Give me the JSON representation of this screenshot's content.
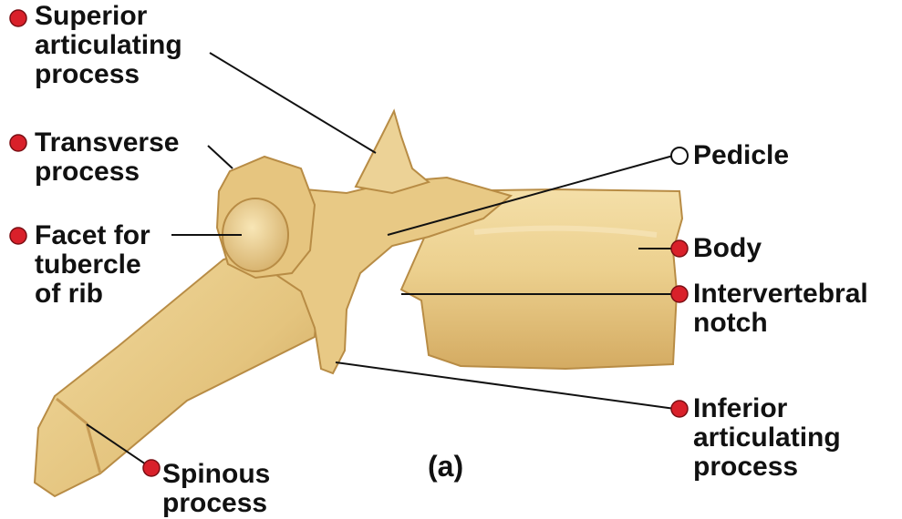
{
  "diagram": {
    "caption": "(a)",
    "colors": {
      "bone_light": "#f0d9a0",
      "bone_mid": "#e2c07a",
      "bone_dark": "#c59a52",
      "bone_shadow": "#a97f3c",
      "marker_red": "#d9202a",
      "marker_open": "#ffffff",
      "leader_line": "#111111"
    },
    "labels": {
      "superior_articulating_process": [
        "Superior",
        "articulating",
        "process"
      ],
      "transverse_process": [
        "Transverse",
        "process"
      ],
      "facet_for_tubercle_of_rib": [
        "Facet for",
        "tubercle",
        "of rib"
      ],
      "pedicle": [
        "Pedicle"
      ],
      "body": [
        "Body"
      ],
      "intervertebral_notch": [
        "Intervertebral",
        "notch"
      ],
      "inferior_articulating_process": [
        "Inferior",
        "articulating",
        "process"
      ],
      "spinous_process": [
        "Spinous",
        "process"
      ]
    },
    "markers": {
      "superior_articulating_process": "filled",
      "transverse_process": "filled",
      "facet_for_tubercle_of_rib": "filled",
      "pedicle": "open",
      "body": "filled",
      "intervertebral_notch": "filled",
      "inferior_articulating_process": "filled",
      "spinous_process": "filled"
    }
  }
}
